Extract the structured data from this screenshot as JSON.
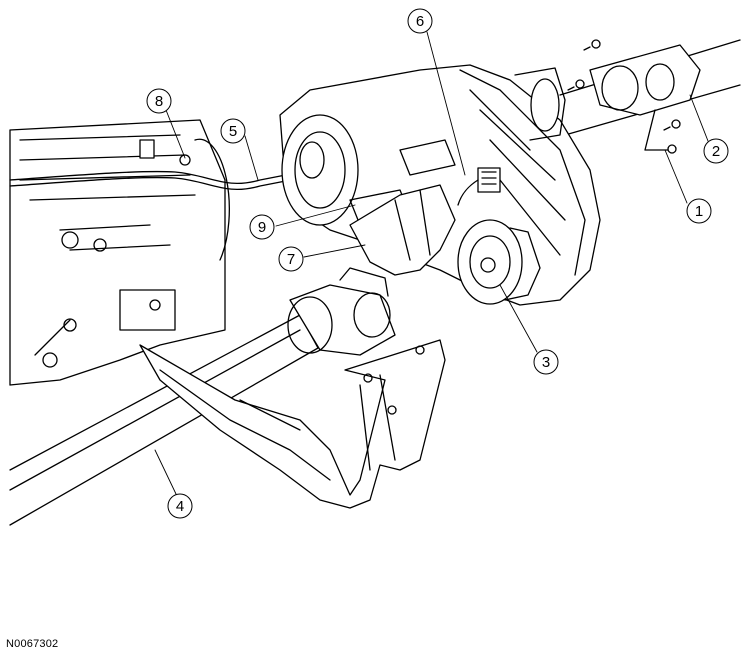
{
  "figure": {
    "id_label": "N0067302"
  },
  "callouts": [
    {
      "number": "1"
    },
    {
      "number": "2"
    },
    {
      "number": "3"
    },
    {
      "number": "4"
    },
    {
      "number": "5"
    },
    {
      "number": "6"
    },
    {
      "number": "7"
    },
    {
      "number": "8"
    },
    {
      "number": "9"
    }
  ]
}
